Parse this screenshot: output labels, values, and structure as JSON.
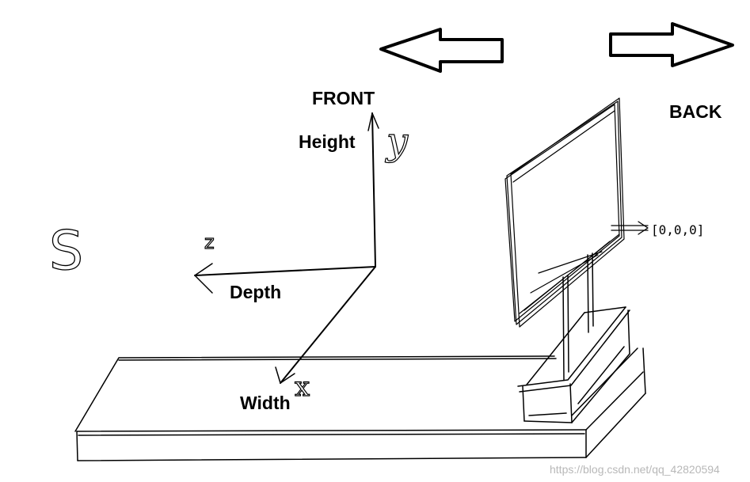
{
  "labels": {
    "front": "FRONT",
    "back": "BACK",
    "height": "Height",
    "depth": "Depth",
    "width": "Width",
    "y_axis": "y",
    "z_axis": "z",
    "x_axis": "x",
    "origin": "[0,0,0]",
    "scribble": "S"
  },
  "watermark": "https://blog.csdn.net/qq_42820594"
}
